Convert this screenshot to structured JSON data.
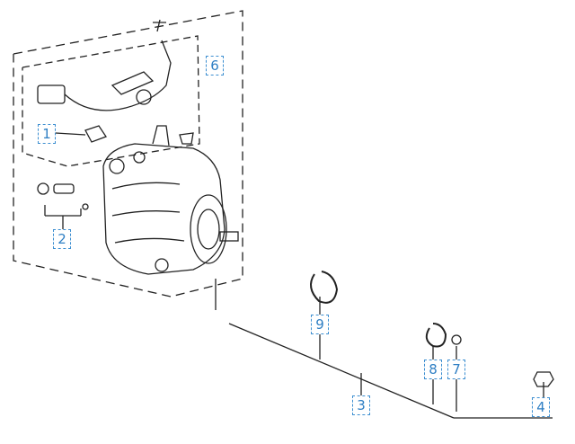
{
  "diagram": {
    "callouts": [
      {
        "id": "1",
        "label": "1"
      },
      {
        "id": "2",
        "label": "2"
      },
      {
        "id": "3",
        "label": "3"
      },
      {
        "id": "4",
        "label": "4"
      },
      {
        "id": "6",
        "label": "6"
      },
      {
        "id": "7",
        "label": "7"
      },
      {
        "id": "8",
        "label": "8"
      },
      {
        "id": "9",
        "label": "9"
      }
    ],
    "colors": {
      "callout": "#2f7fc4",
      "line": "#222222"
    }
  }
}
